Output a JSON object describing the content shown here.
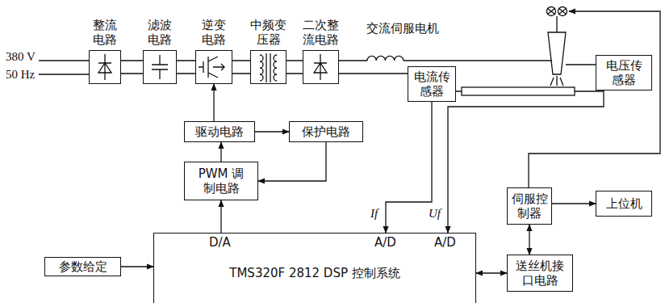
{
  "diagram": {
    "nodes": [
      {
        "text": [
          "整流电路"
        ]
      },
      {
        "text": [
          "滤波电路"
        ]
      },
      {
        "text": [
          "逆变电路"
        ]
      },
      {
        "text": [
          "中频变压器"
        ]
      },
      {
        "text": [
          "二次整流电路"
        ]
      },
      {
        "text": [
          "电流传感器"
        ]
      },
      {
        "text": [
          "电压传感器"
        ]
      },
      {
        "text": [
          "驱动电路"
        ]
      },
      {
        "text": [
          "保护电路"
        ]
      },
      {
        "text": [
          "PWM 调制电路"
        ]
      },
      {
        "text": [
          "TMS320F 2812 DSP 控制系统"
        ]
      },
      {
        "text": [
          "参数给定"
        ]
      },
      {
        "text": [
          "伺服控制器"
        ]
      },
      {
        "text": [
          "上位机"
        ]
      },
      {
        "text": [
          "送丝机接口电路"
        ]
      }
    ],
    "edges": [
      {
        "from": 0,
        "to": 1,
        "arrow": "none"
      },
      {
        "from": 1,
        "to": 2,
        "arrow": "none"
      },
      {
        "from": 2,
        "to": 3,
        "arrow": "none"
      },
      {
        "from": 3,
        "to": 4,
        "arrow": "none"
      },
      {
        "from": 4,
        "to": 5,
        "arrow": "none"
      },
      {
        "from": 5,
        "to": 10,
        "arrow": "to"
      },
      {
        "from": 6,
        "to": 10,
        "arrow": "to"
      },
      {
        "from": 7,
        "to": 2,
        "arrow": "to"
      },
      {
        "from": 7,
        "to": 8,
        "arrow": "to"
      },
      {
        "from": 8,
        "to": 9,
        "arrow": "to"
      },
      {
        "from": 9,
        "to": 7,
        "arrow": "to"
      },
      {
        "from": 10,
        "to": 9,
        "arrow": "to"
      },
      {
        "from": 11,
        "to": 10,
        "arrow": "to"
      },
      {
        "from": 12,
        "to": 13,
        "arrow": "to"
      },
      {
        "from": 12,
        "to": 14,
        "arrow": "both"
      },
      {
        "from": 14,
        "to": 10,
        "arrow": "both"
      }
    ],
    "labels": [
      "380 V",
      "50 Hz",
      "交流伺服电机",
      "If",
      "Uf",
      "D/A",
      "A/D",
      "A/D"
    ]
  }
}
